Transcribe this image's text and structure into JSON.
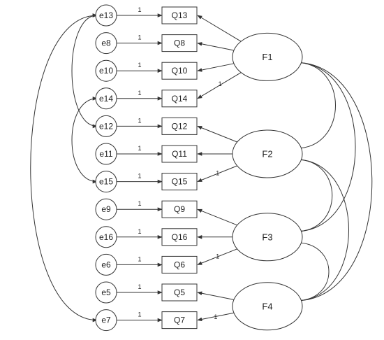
{
  "diagram": {
    "errors": [
      "e13",
      "e8",
      "e10",
      "e14",
      "e12",
      "e11",
      "e15",
      "e9",
      "e16",
      "e6",
      "e5",
      "e7"
    ],
    "items": [
      "Q13",
      "Q8",
      "Q10",
      "Q14",
      "Q12",
      "Q11",
      "Q15",
      "Q9",
      "Q16",
      "Q6",
      "Q5",
      "Q7"
    ],
    "factors": [
      {
        "name": "F1",
        "items": [
          "Q13",
          "Q8",
          "Q10",
          "Q14"
        ]
      },
      {
        "name": "F2",
        "items": [
          "Q12",
          "Q11",
          "Q15"
        ]
      },
      {
        "name": "F3",
        "items": [
          "Q9",
          "Q16",
          "Q6"
        ]
      },
      {
        "name": "F4",
        "items": [
          "Q5",
          "Q7"
        ]
      }
    ],
    "error_path_label": "1",
    "fixed_loading_label": "1",
    "error_covariances": [
      [
        "e13",
        "e7"
      ],
      [
        "e13",
        "e12"
      ],
      [
        "e14",
        "e15"
      ]
    ],
    "factor_covariances": [
      [
        "F1",
        "F2"
      ],
      [
        "F1",
        "F3"
      ],
      [
        "F1",
        "F4"
      ],
      [
        "F2",
        "F3"
      ],
      [
        "F2",
        "F4"
      ],
      [
        "F3",
        "F4"
      ]
    ],
    "colors": {
      "line": "#333333",
      "fill": "#ffffff",
      "text": "#222222"
    }
  }
}
